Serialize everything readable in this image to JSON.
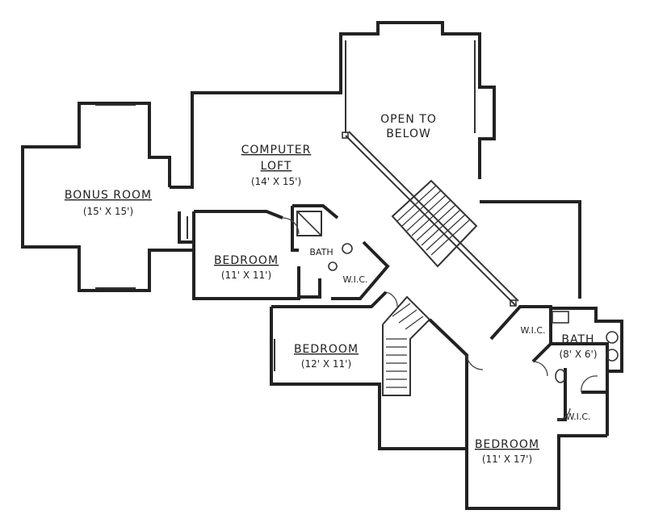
{
  "rooms": {
    "bonus_room": {
      "name": "BONUS ROOM",
      "dims": "(15' X 15')"
    },
    "computer_loft": {
      "name_line1": "COMPUTER",
      "name_line2": "LOFT",
      "dims": "(14' X 15')"
    },
    "open_to_below": {
      "line1": "OPEN TO",
      "line2": "BELOW"
    },
    "bedroom_1": {
      "name": "BEDROOM",
      "dims": "(11' X 11')"
    },
    "bath_1": {
      "name": "BATH"
    },
    "wic_1": {
      "name": "W.I.C."
    },
    "bedroom_2": {
      "name": "BEDROOM",
      "dims": "(12' X 11')"
    },
    "wic_2": {
      "name": "W.I.C."
    },
    "bath_2": {
      "name": "BATH",
      "dims": "(8' X 6')"
    },
    "wic_3": {
      "name": "W.I.C."
    },
    "bedroom_3": {
      "name": "BEDROOM",
      "dims": "(11' X 17')"
    }
  }
}
